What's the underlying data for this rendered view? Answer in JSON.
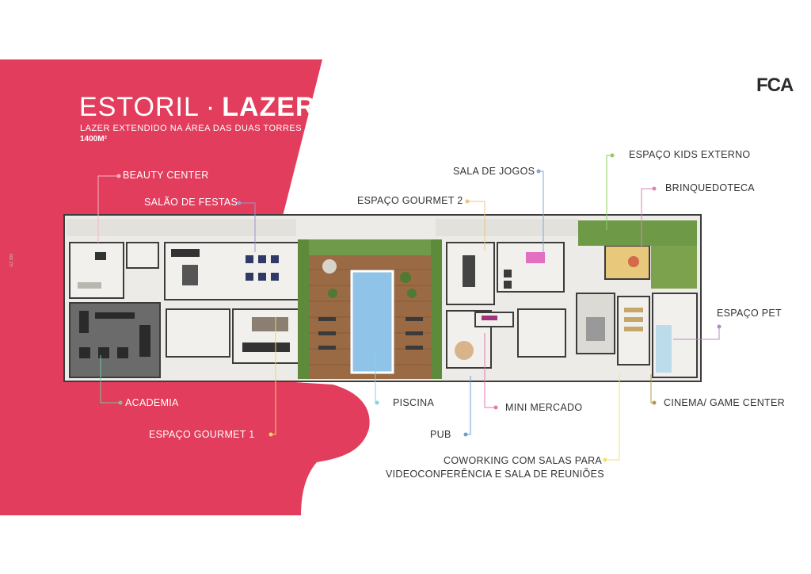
{
  "brand": {
    "logo": "FCA",
    "side_text": "GZ 300"
  },
  "header": {
    "title_main": "ESTORIL",
    "title_separator": "·",
    "title_bold": "LAZER",
    "subtitle": "LAZER EXTENDIDO NA ÁREA DAS DUAS TORRES",
    "area": "1400M²"
  },
  "labels": {
    "beauty_center": "BEAUTY CENTER",
    "salao_festas": "SALÃO DE FESTAS",
    "academia": "ACADEMIA",
    "espaco_gourmet_1": "ESPAÇO GOURMET 1",
    "sala_jogos": "SALA DE JOGOS",
    "espaco_gourmet_2": "ESPAÇO GOURMET 2",
    "espaco_kids": "ESPAÇO KIDS EXTERNO",
    "brinquedoteca": "BRINQUEDOTECA",
    "espaco_pet": "ESPAÇO PET",
    "piscina": "PISCINA",
    "mini_mercado": "MINI MERCADO",
    "cinema": "CINEMA/ GAME CENTER",
    "pub": "PUB",
    "coworking_1": "COWORKING COM SALAS PARA",
    "coworking_2": "VIDEOCONFERÊNCIA E SALA DE REUNIÕES"
  },
  "colors": {
    "brand_red": "#e23d5c",
    "pool": "#8fc4e8",
    "deck": "#9a6a45",
    "garden": "#5e8a3c",
    "floor": "#ecebe7",
    "wall": "#3c3c3c",
    "gym_floor": "#6b6b6b"
  }
}
